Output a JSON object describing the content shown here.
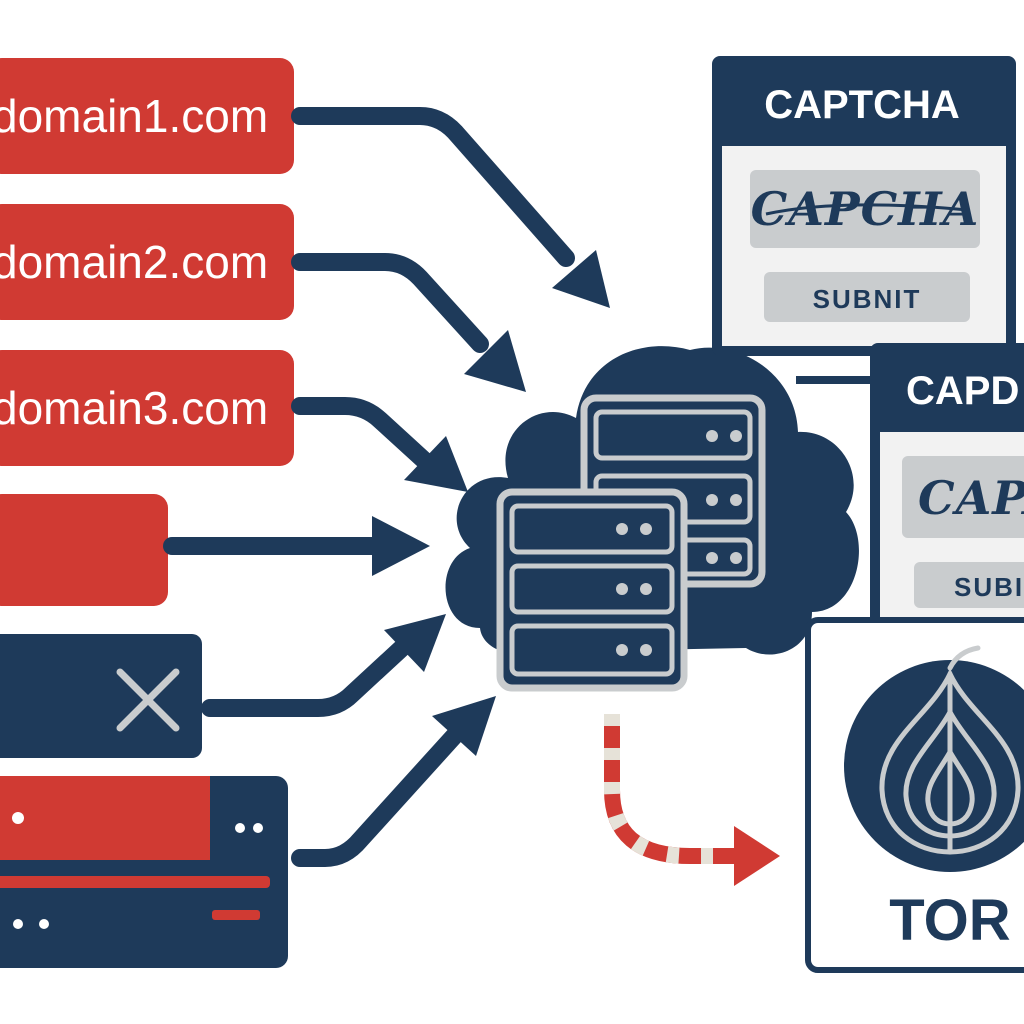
{
  "domains": [
    {
      "label": "domain1.com"
    },
    {
      "label": "domain2.com"
    },
    {
      "label": "domain3.com"
    }
  ],
  "captcha_cards": [
    {
      "title": "CAPTCHA",
      "challenge_text": "CAPCHA",
      "submit_label": "SUBNIT"
    },
    {
      "title": "CAPD",
      "challenge_text": "CAPA",
      "submit_label": "SUBI"
    }
  ],
  "tor": {
    "label": "TOR"
  },
  "colors": {
    "navy": "#1e3a5a",
    "red": "#d03a33",
    "grey": "#c9ccce",
    "light": "#f2f2f2"
  },
  "icons": [
    "arrow-icon",
    "close-icon",
    "cloud-icon",
    "server-icon",
    "onion-icon"
  ]
}
